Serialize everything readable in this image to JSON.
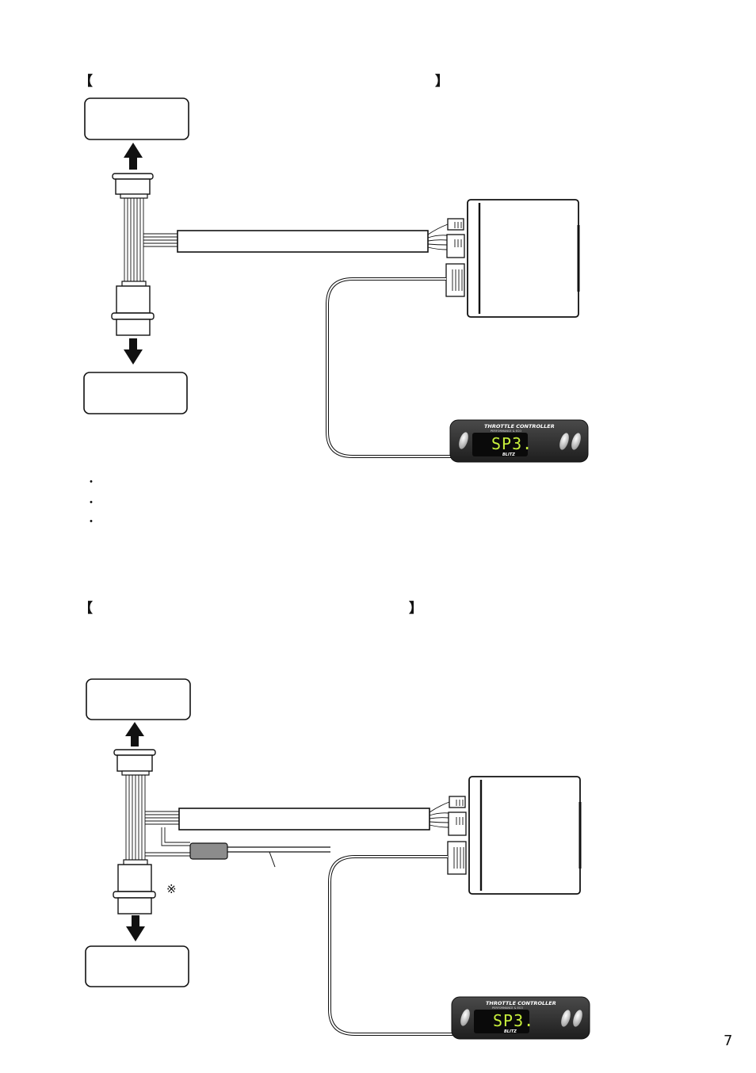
{
  "section1": {
    "bracket_open": "【",
    "bracket_close": "】",
    "bullets": [
      "・",
      "・",
      "・"
    ]
  },
  "section2": {
    "bracket_open": "【",
    "bracket_close": "】",
    "note_mark": "※"
  },
  "controller": {
    "title": "THROTTLE CONTROLLER",
    "subtitle": "PERFORMANCE & ECO",
    "display_value": "SP3.",
    "brand": "BLITZ",
    "display_color": "#c8f03c"
  },
  "page_number": "7"
}
